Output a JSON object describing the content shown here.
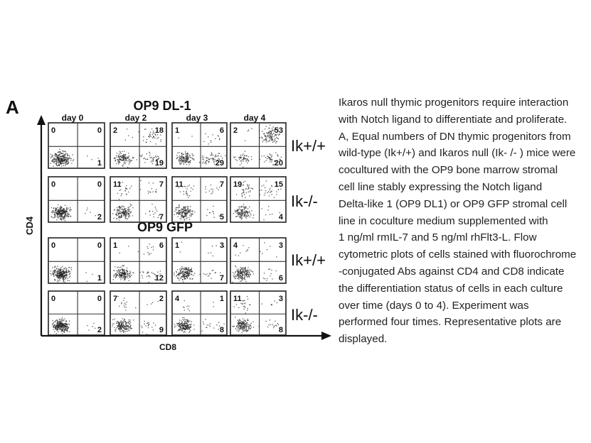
{
  "figure": {
    "panel_label": "A",
    "condition_titles": [
      "OP9 DL-1",
      "OP9 GFP"
    ],
    "day_labels": [
      "day 0",
      "day 2",
      "day 3",
      "day 4"
    ],
    "y_axis_label": "CD4",
    "x_axis_label": "CD8",
    "genotype_labels": [
      "Ik+/+",
      "Ik-/-",
      "Ik+/+",
      "Ik-/-"
    ],
    "quadrant_values": [
      [
        {
          "ul": "0",
          "ur": "0",
          "lr": "1"
        },
        {
          "ul": "2",
          "ur": "18",
          "lr": "19"
        },
        {
          "ul": "1",
          "ur": "6",
          "lr": "29"
        },
        {
          "ul": "2",
          "ur": "53",
          "lr": "20"
        }
      ],
      [
        {
          "ul": "0",
          "ur": "0",
          "lr": "2"
        },
        {
          "ul": "11",
          "ur": "7",
          "lr": "7"
        },
        {
          "ul": "11",
          "ur": "7",
          "lr": "5"
        },
        {
          "ul": "19",
          "ur": "15",
          "lr": "4"
        }
      ],
      [
        {
          "ul": "0",
          "ur": "0",
          "lr": "1"
        },
        {
          "ul": "1",
          "ur": "6",
          "lr": "12"
        },
        {
          "ul": "1",
          "ur": "3",
          "lr": "7"
        },
        {
          "ul": "4",
          "ur": "3",
          "lr": "6"
        }
      ],
      [
        {
          "ul": "0",
          "ur": "0",
          "lr": "2"
        },
        {
          "ul": "7",
          "ur": "2",
          "lr": "9"
        },
        {
          "ul": "4",
          "ur": "1",
          "lr": "8"
        },
        {
          "ul": "11",
          "ur": "3",
          "lr": "8"
        }
      ]
    ]
  },
  "caption_lines": [
    "Ikaros null thymic progenitors require interaction",
    "with Notch ligand to differentiate and proliferate.",
    "A, Equal numbers of DN thymic progenitors from",
    "wild-type (Ik+/+) and Ikaros null (Ik- /- ) mice were",
    "cocultured with the OP9 bone marrow stromal",
    "cell line stably expressing the Notch ligand",
    "Delta-like 1 (OP9 DL1) or OP9 GFP stromal cell",
    "line in coculture medium supplemented with",
    "1 ng/ml rmIL-7 and 5 ng/ml rhFlt3-L. Flow",
    "cytometric plots of cells stained with fluorochrome",
    "-conjugated Abs against CD4 and CD8 indicate",
    "the differentiation status of cells in each culture",
    "over time (days 0 to 4). Experiment was",
    "performed four times. Representative plots are",
    "displayed."
  ]
}
